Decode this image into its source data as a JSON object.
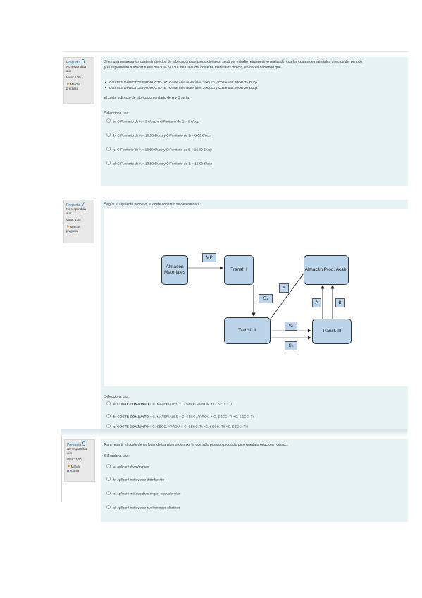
{
  "q6": {
    "info": {
      "pregunta": "Pregunta",
      "number": "6",
      "status": "No respondida aún",
      "value": "Valor: 1,00",
      "flag": "Marcar pregunta"
    },
    "text1": "Si en una empresa los costes indirectos de fabricación son proporcionales, según el estudio retrospectivo realizado, con los costes de materiales directos del periodo",
    "text2": "y el suplemento a aplicar fuese del 30% ó 0,30€ de CIF/€ del coste de materiales directo, entonces sabiendo que",
    "bullets": [
      "COSTES DIRECTOS PRODUCTO \"A\": Coste unit. materiales 10€/ucp y Coste unit. MOD 35 €/ucp.",
      "COSTES DIRECTOS PRODUCTO \"B\": Coste unit. materiales 30€/ucp y Coste unit. MOD 20 €/ucp."
    ],
    "text3": "el coste indirecto de fabricación unitario de A y B sería:",
    "select_label": "Selecciona una:",
    "options": [
      "a. CIFunitario de A = 3 €/ucp y CIFunitario de B = 9 €/ucp",
      "b. CIFunitario de A = 10,50 €/ucp y CIFunitario de B = 6,00 €/ucp",
      "c. CIFunitario de A = 13,50 €/ucp y CIFunitario de B = 25,00 €/ucp",
      "d. CIFunitario de A = 13,50 €/ucp y CIFunitario de B = 15,00 €/ucp"
    ]
  },
  "q7": {
    "info": {
      "pregunta": "Pregunta",
      "number": "7",
      "status": "No respondida aún",
      "value": "Valor: 1,00",
      "flag": "Marcar pregunta"
    },
    "text": "Según el siguiente proceso, el coste conjunto se determinará...",
    "diagram": {
      "almacen_materiales": "Almacén Materiales",
      "transf1": "Transf. I",
      "transf2": "Transf. II",
      "transf3": "Transf. III",
      "almacen_prod": "Almacén Prod. Acab.",
      "mp": "MP",
      "s1": "S",
      "s1_sub": "1",
      "x": "X",
      "a": "A",
      "b": "B",
      "sa": "S",
      "sa_sub": "A",
      "sb": "S",
      "sb_sub": "B"
    },
    "select_label": "Selecciona una:",
    "options": [
      {
        "prefix": "a.",
        "bold": "COSTE CONJUNTO",
        "rest": " = C. MATERIALES + C. SECC. APROV. + C. SECC. TI"
      },
      {
        "prefix": "b.",
        "bold": "COSTE CONJUNTO",
        "rest": " = C. MATERIALES + C. SECC. APROV. + C. SECC. TI +C. SECC. TII"
      },
      {
        "prefix": "c.",
        "bold": "COSTE CONJUNTO",
        "rest": " = C. SECC. APROV. + C. SECC. TI +C. SECC. TII +C. SECC. TIII"
      }
    ]
  },
  "q9": {
    "info": {
      "pregunta": "Pregunta",
      "number": "9",
      "status": "No respondida aún",
      "value": "Valor: 1,00",
      "flag": "Marcar pregunta"
    },
    "text": "Para repartir el coste de un lugar de transformación por el que sólo pasa un producto pero queda producto en curso...",
    "select_label": "Selecciona una:",
    "options": [
      "a. Aplicaré división pura",
      "b. Aplicaré método de distribución",
      "c. Aplicaré método división por equivalencias",
      "d. Aplicaré método de suplementos elásticos"
    ]
  }
}
